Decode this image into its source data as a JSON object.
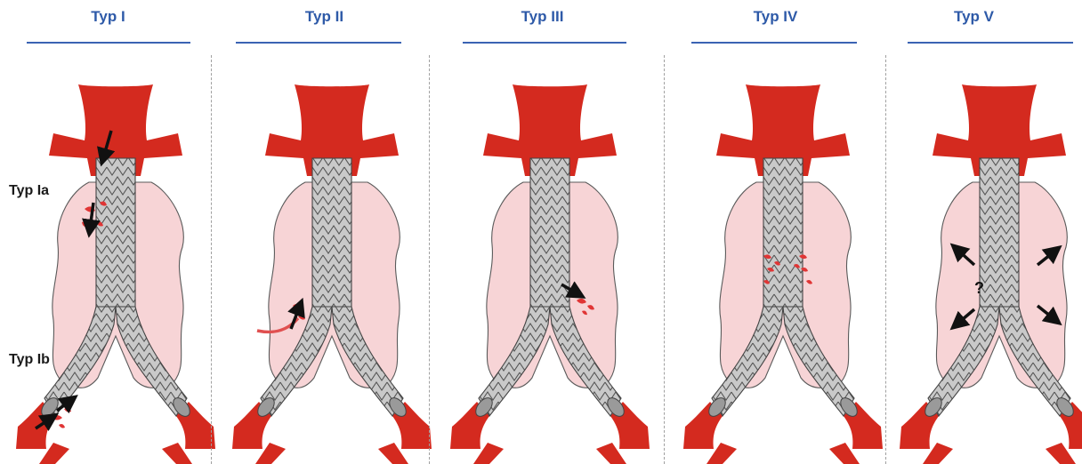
{
  "panels": [
    {
      "title": "Typ I"
    },
    {
      "title": "Typ II"
    },
    {
      "title": "Typ III"
    },
    {
      "title": "Typ IV"
    },
    {
      "title": "Typ V"
    }
  ],
  "labels": {
    "ia": "Typ Ia",
    "ib": "Typ Ib",
    "unknown": "?"
  },
  "colors": {
    "title": "#2e5aa8",
    "rule": "#3a63b3",
    "vessel": "#d42a1f",
    "sac": "#f7d4d6",
    "sac_outline": "#555555",
    "stent": "#c8c8c8",
    "stent_outline": "#444444",
    "leak": "#e03535",
    "arrow": "#111111"
  }
}
